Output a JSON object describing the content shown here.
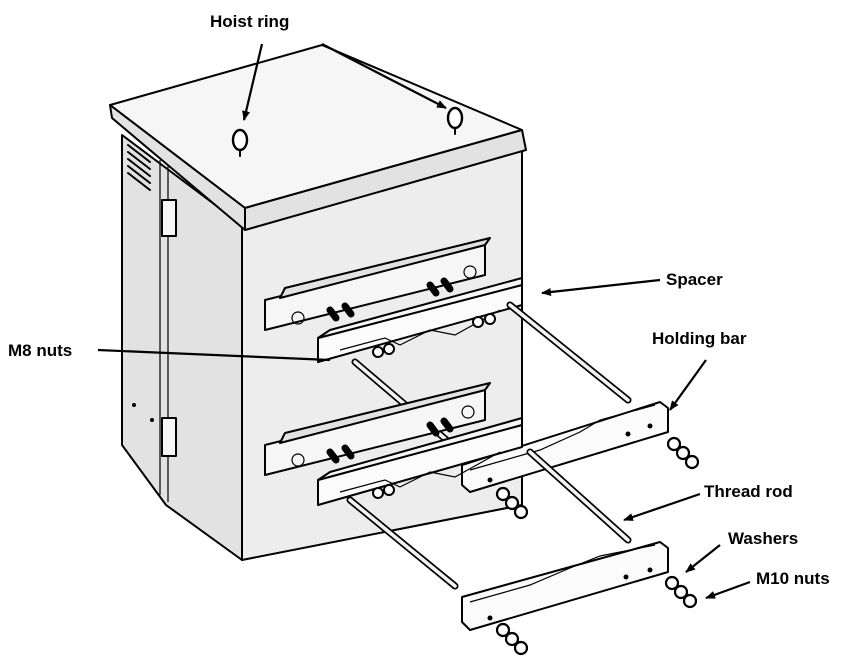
{
  "labels": {
    "hoist_ring": "Hoist ring",
    "spacer": "Spacer",
    "holding_bar": "Holding bar",
    "m8_nuts": "M8 nuts",
    "thread_rod": "Thread rod",
    "washers": "Washers",
    "m10_nuts": "M10 nuts"
  },
  "colors": {
    "line": "#000000",
    "cabinet_fill": "#ededed",
    "background": "#ffffff"
  }
}
